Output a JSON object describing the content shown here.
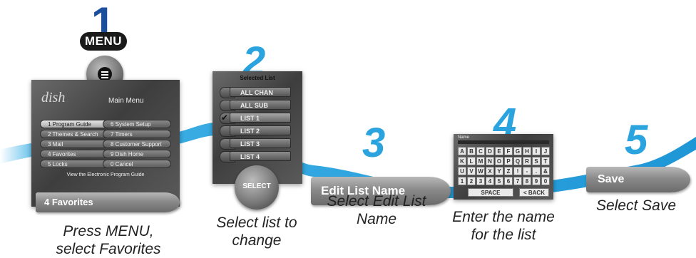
{
  "steps": [
    {
      "number": "1",
      "key_label": "MENU",
      "screen": {
        "logo": "dish",
        "title": "Main Menu",
        "left_items": [
          "1 Program Guide",
          "2 Themes & Search",
          "3 Mall",
          "4 Favorites",
          "5 Locks"
        ],
        "right_items": [
          "6 System Setup",
          "7 Timers",
          "8 Customer Support",
          "9 Dish Home",
          "0 Cancel"
        ],
        "footer": "View the Electronic Program Guide"
      },
      "banner": "4 Favorites",
      "caption_lines": [
        "Press MENU,",
        "select Favorites"
      ]
    },
    {
      "number": "2",
      "screen": {
        "title": "Selected List",
        "items": [
          "ALL CHAN",
          "ALL SUB",
          "LIST 1",
          "LIST 2",
          "LIST 3",
          "LIST 4"
        ],
        "checked_item": "LIST 1"
      },
      "button_label": "SELECT",
      "caption_lines": [
        "Select list to",
        "change"
      ]
    },
    {
      "number": "3",
      "banner": "Edit List Name",
      "caption_lines": [
        "Select Edit List",
        "Name"
      ]
    },
    {
      "number": "4",
      "screen": {
        "field_label": "Name",
        "keys": [
          "A",
          "B",
          "C",
          "D",
          "E",
          "F",
          "G",
          "H",
          "I",
          "J",
          "K",
          "L",
          "M",
          "N",
          "O",
          "P",
          "Q",
          "R",
          "S",
          "T",
          "U",
          "V",
          "W",
          "X",
          "Y",
          "Z",
          "!",
          "-",
          ".",
          "&",
          "1",
          "2",
          "3",
          "4",
          "5",
          "6",
          "7",
          "8",
          "9",
          "0"
        ],
        "space_label": "SPACE",
        "back_label": "< BACK"
      },
      "caption_lines": [
        "Enter the name",
        "for the list"
      ]
    },
    {
      "number": "5",
      "banner": "Save",
      "caption_lines": [
        "Select Save"
      ]
    }
  ],
  "colors": {
    "step_number_blue": "#2aa3df",
    "step_number_dark": "#1b4f9c",
    "swoosh": "#29a8e3"
  }
}
